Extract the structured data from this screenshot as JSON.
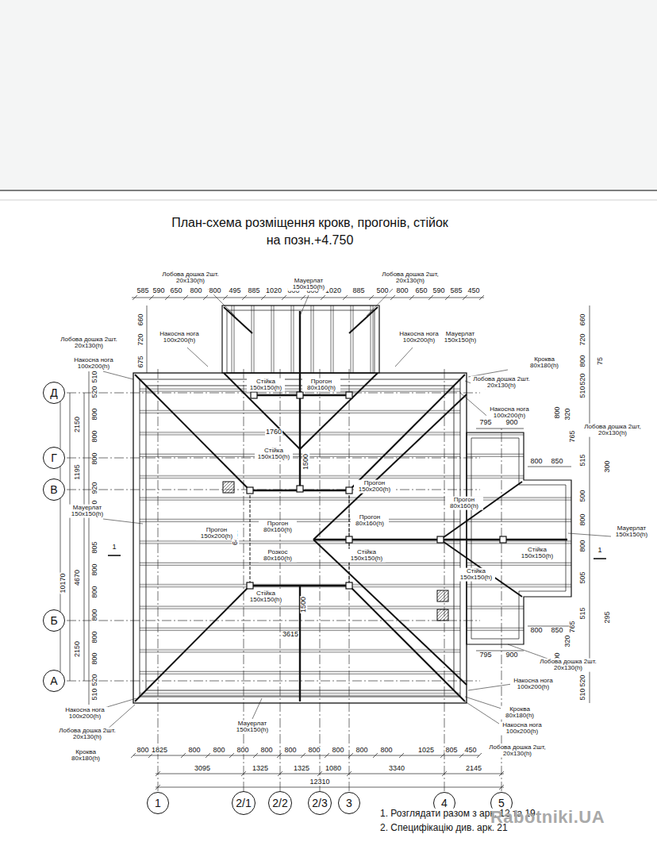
{
  "diagram": {
    "title": "План-схема розміщення крокв, прогонів, стійок на позн.+4.750",
    "nodes": [
      {
        "text": [
          "Д"
        ]
      },
      {
        "text": [
          "Г"
        ]
      },
      {
        "text": [
          "В"
        ]
      },
      {
        "text": [
          "Б"
        ]
      },
      {
        "text": [
          "А"
        ]
      },
      {
        "text": [
          "1"
        ]
      },
      {
        "text": [
          "2/1"
        ]
      },
      {
        "text": [
          "2/2"
        ]
      },
      {
        "text": [
          "2/3"
        ]
      },
      {
        "text": [
          "3"
        ]
      },
      {
        "text": [
          "4"
        ]
      },
      {
        "text": [
          "5"
        ]
      }
    ],
    "labels": [
      "585",
      "590",
      "650",
      "800",
      "800",
      "495",
      "885",
      "1020",
      "800",
      "800",
      "1020",
      "885",
      "500",
      "800",
      "650",
      "590",
      "585",
      "450",
      "660",
      "720",
      "675",
      "660",
      "720",
      "800",
      "75",
      "510",
      "520",
      "800",
      "800",
      "800",
      "920",
      "680",
      "805",
      "800",
      "800",
      "800",
      "800",
      "800",
      "520",
      "510",
      "2150",
      "1195",
      "4670",
      "2150",
      "10170",
      "520",
      "510",
      "800",
      "320",
      "765",
      "515",
      "300",
      "500",
      "800",
      "800",
      "505",
      "515",
      "295",
      "765",
      "320",
      "800",
      "520",
      "510",
      "800",
      "850",
      "795",
      "900",
      "800",
      "850",
      "795",
      "900",
      "800",
      "1825",
      "800",
      "800",
      "800",
      "800",
      "800",
      "800",
      "800",
      "800",
      "800",
      "1025",
      "805",
      "450",
      "3095",
      "1325",
      "1325",
      "1080",
      "3340",
      "2145",
      "12310",
      "1760",
      "1500",
      "6410",
      "1500",
      "3615",
      "1",
      "1",
      "Лобова дошка 2шт. 20x130(h)",
      "Мауерлат 150x150(h)",
      "Лобова дошка 2шт, 20x130(h)",
      "Накосна нога 100x200(h)",
      "Накосна нога 100x200(h)",
      "Мауерлат 150x150(h)",
      "Лобова дошка 2шт. 20x130(h)",
      "Накосна нога 100x200(h)",
      "Кроква 80x180(h)",
      "Лобова дошка 2шт. 20x130(h)",
      "Стійка 150x150(h)",
      "Прогон 80x160(h)",
      "Накосна нога 100x200(h)",
      "Лобова дошка 2шт, 20x130(h)",
      "Стійка 150x150(h)",
      "Прогон 150x200(h)",
      "Мауерлат 150x150(h)",
      "Прогон 80x160(h)",
      "Прогон 80x160(h)",
      "Прогон 150x200(h)",
      "Прогон 80x160(h)",
      "Розкос 80x160(h)",
      "Стійка 150x150(h)",
      "Мауерлат 150x150(h)",
      "Стійка 150x150(h)",
      "Стійка 150x150(h)",
      "Стійка 150x150(h)",
      "Лобова дошка 2шт. 20x130(h)",
      "Накосна нога 100x200(h)",
      "Накосна нога 100x200(h)",
      "Лобова дошка 2шт. 20x130(h)",
      "Кроква 80x180(h)",
      "Мауерлат 150x150(h)",
      "Кроква 80x180(h)",
      "Накосна нога 100x200(h)",
      "Лобова дошка 2шт, 20x130(h)",
      "1. Розглядати разом з арк. 12 та 19",
      "2. Специфікацію див. арк. 21",
      "Rabotniki.UA"
    ]
  }
}
